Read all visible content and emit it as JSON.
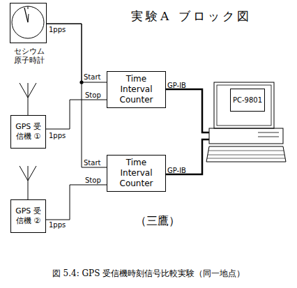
{
  "diagram": {
    "title": "実験A ブロック図",
    "caption": "図 5.4: GPS 受信機時刻信号比較実験（同一地点）",
    "nodes": [
      {
        "text": [
          "セシウム 原子時計"
        ]
      },
      {
        "text": [
          "GPS 受信機 ①"
        ]
      },
      {
        "text": [
          "GPS 受信機 ②"
        ]
      },
      {
        "text": [
          "Time Interval Counter"
        ]
      },
      {
        "text": [
          "Time Interval Counter"
        ]
      },
      {
        "text": [
          "PC-9801"
        ]
      }
    ],
    "edges": [
      {
        "from": 0,
        "to": 3,
        "arrow": "none"
      },
      {
        "from": 0,
        "to": 4,
        "arrow": "none"
      },
      {
        "from": 1,
        "to": 3,
        "arrow": "none"
      },
      {
        "from": 2,
        "to": 4,
        "arrow": "none"
      },
      {
        "from": 3,
        "to": 5,
        "label": "GP-IB",
        "arrow": "none"
      },
      {
        "from": 4,
        "to": 5,
        "label": "GP-IB",
        "arrow": "none"
      }
    ],
    "labels": [
      "1pps",
      "1pps",
      "1pps",
      "Start",
      "Stop",
      "Start",
      "Stop",
      "（三鷹）"
    ]
  }
}
